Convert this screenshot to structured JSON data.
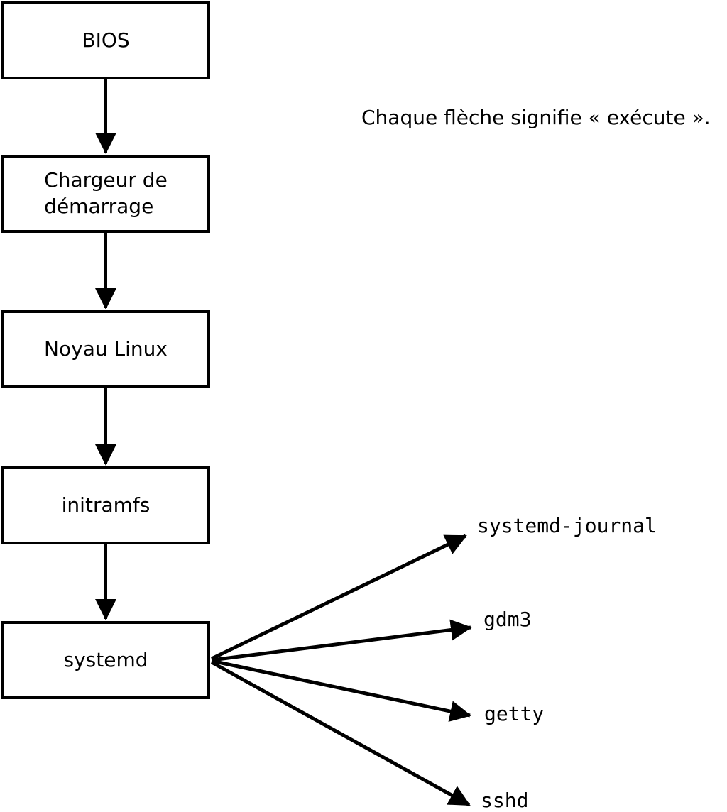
{
  "diagram": {
    "annotation": "Chaque flèche signifie « exécute ».",
    "boot_chain": [
      {
        "id": "bios",
        "label": "BIOS"
      },
      {
        "id": "boot-loader",
        "label": "Chargeur de\ndémarrage"
      },
      {
        "id": "linux-kernel",
        "label": "Noyau Linux"
      },
      {
        "id": "initramfs",
        "label": "initramfs"
      },
      {
        "id": "systemd",
        "label": "systemd"
      }
    ],
    "spawned_processes": [
      {
        "id": "systemd-journal",
        "label": "systemd-journal"
      },
      {
        "id": "gdm3",
        "label": "gdm3"
      },
      {
        "id": "getty",
        "label": "getty"
      },
      {
        "id": "sshd",
        "label": "sshd"
      }
    ],
    "edges": [
      {
        "from": "BIOS",
        "to": "Chargeur de démarrage"
      },
      {
        "from": "Chargeur de démarrage",
        "to": "Noyau Linux"
      },
      {
        "from": "Noyau Linux",
        "to": "initramfs"
      },
      {
        "from": "initramfs",
        "to": "systemd"
      },
      {
        "from": "systemd",
        "to": "systemd-journal"
      },
      {
        "from": "systemd",
        "to": "gdm3"
      },
      {
        "from": "systemd",
        "to": "getty"
      },
      {
        "from": "systemd",
        "to": "sshd"
      }
    ],
    "colors": {
      "stroke": "#000000",
      "box_fill": "#ffffff",
      "text": "#000000",
      "background": "#ffffff"
    }
  }
}
